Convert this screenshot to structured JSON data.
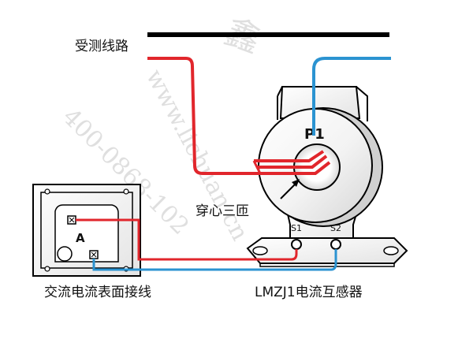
{
  "labels": {
    "line_under_test": "受测线路",
    "p1": "P1",
    "three_turns": "穿心三匝",
    "s1": "S1",
    "s2": "S2",
    "meter_symbol": "A",
    "meter_wiring": "交流电流表面接线",
    "ct_model": "LMZJ1电流互感器"
  },
  "watermark": {
    "url": "www.lichuan.cn",
    "phone": "400-0868-102",
    "corner": "鑫"
  },
  "colors": {
    "red_wire": "#e1262c",
    "blue_wire": "#2b93d1",
    "line": "#000000"
  }
}
